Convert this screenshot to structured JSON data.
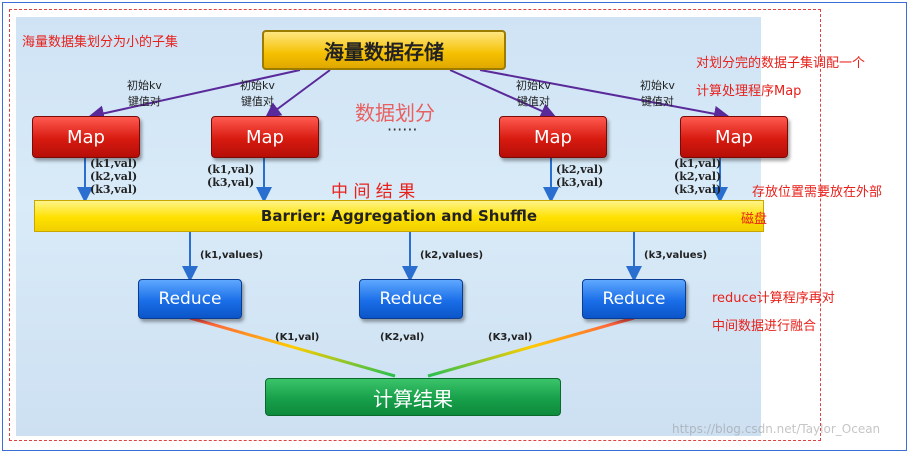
{
  "nodes": {
    "storage": "海量数据存储",
    "map": "Map",
    "barrier": "Barrier:  Aggregation and Shuffle",
    "reduce": "Reduce",
    "result": "计算结果"
  },
  "labels": {
    "initial_kv": [
      "初始kv",
      "键值对"
    ],
    "map_outputs": [
      [
        "(k1,val)",
        "(k2,val)",
        "(k3,val)"
      ],
      [
        "(k1,val)",
        "(k3,val)"
      ],
      [
        "(k2,val)",
        "(k3,val)"
      ],
      [
        "(k1,val)",
        "(k2,val)",
        "(k3,val)"
      ]
    ],
    "reduce_inputs": [
      "(k1,values)",
      "(k2,values)",
      "(k3,values)"
    ],
    "reduce_outputs": [
      "(K1,val)",
      "(K2,val)",
      "(K3,val)"
    ],
    "ellipsis": "······",
    "data_split": "数据划分",
    "intermediate": "中 间 结 果"
  },
  "annotations": {
    "split_note": "海量数据集划分为小的子集",
    "map_note": [
      "对划分完的数据子集调配一个",
      "计算处理程序Map"
    ],
    "storage_note": "存放位置需要放在外部",
    "storage_note_cont": "磁盘",
    "reduce_note": [
      "reduce计算程序再对",
      "中间数据进行融合"
    ]
  },
  "watermark": "https://blog.csdn.net/Taylor_Ocean",
  "colors": {
    "map_red": "#d71a10",
    "reduce_blue": "#1a6ee8",
    "result_green": "#17a04a",
    "storage_gold": "#f5c000",
    "annotation_red": "#e8201a"
  }
}
